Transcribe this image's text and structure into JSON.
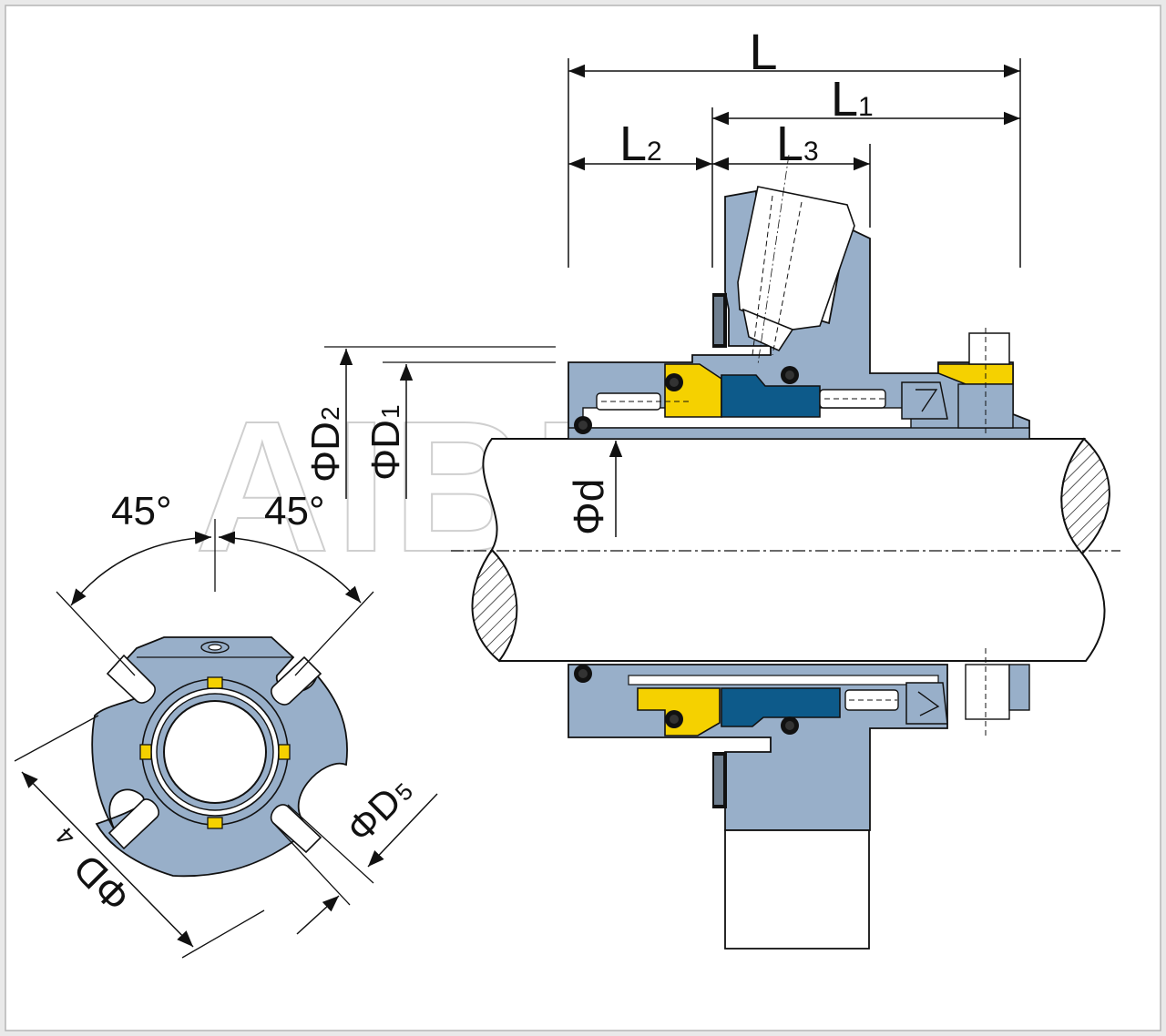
{
  "dimensions": {
    "L": "L",
    "L1_main": "L",
    "L1_sub": "1",
    "L2_main": "L",
    "L2_sub": "2",
    "L3_main": "L",
    "L3_sub": "3",
    "D1_main": "ΦD",
    "D1_sub": "1",
    "D2_main": "ΦD",
    "D2_sub": "2",
    "d": "Φd",
    "D4_main": "ΦD",
    "D4_sub": "4",
    "D5_main": "ΦD",
    "D5_sub": "5",
    "angle_left": "45°",
    "angle_right": "45°"
  },
  "watermark": "AIBEXXI",
  "colors": {
    "housing": "#98afc9",
    "seal_blue": "#0d5a8a",
    "gold": "#f5d100",
    "line": "#111111",
    "background": "#e9e9e9"
  }
}
